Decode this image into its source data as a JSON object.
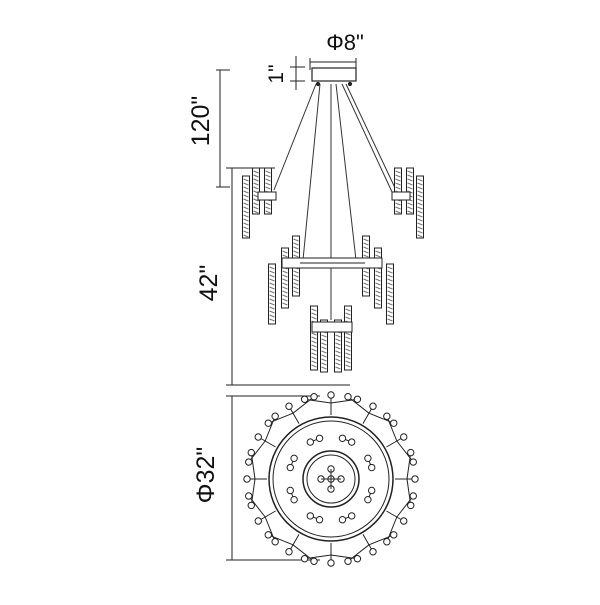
{
  "dimensions": {
    "canopy_diameter": "Φ8\"",
    "canopy_height": "1\"",
    "chain_length": "120\"",
    "fixture_height": "42\"",
    "fixture_diameter": "Φ32\""
  },
  "colors": {
    "line": "#222222",
    "crystal": "#9a9a9a"
  }
}
